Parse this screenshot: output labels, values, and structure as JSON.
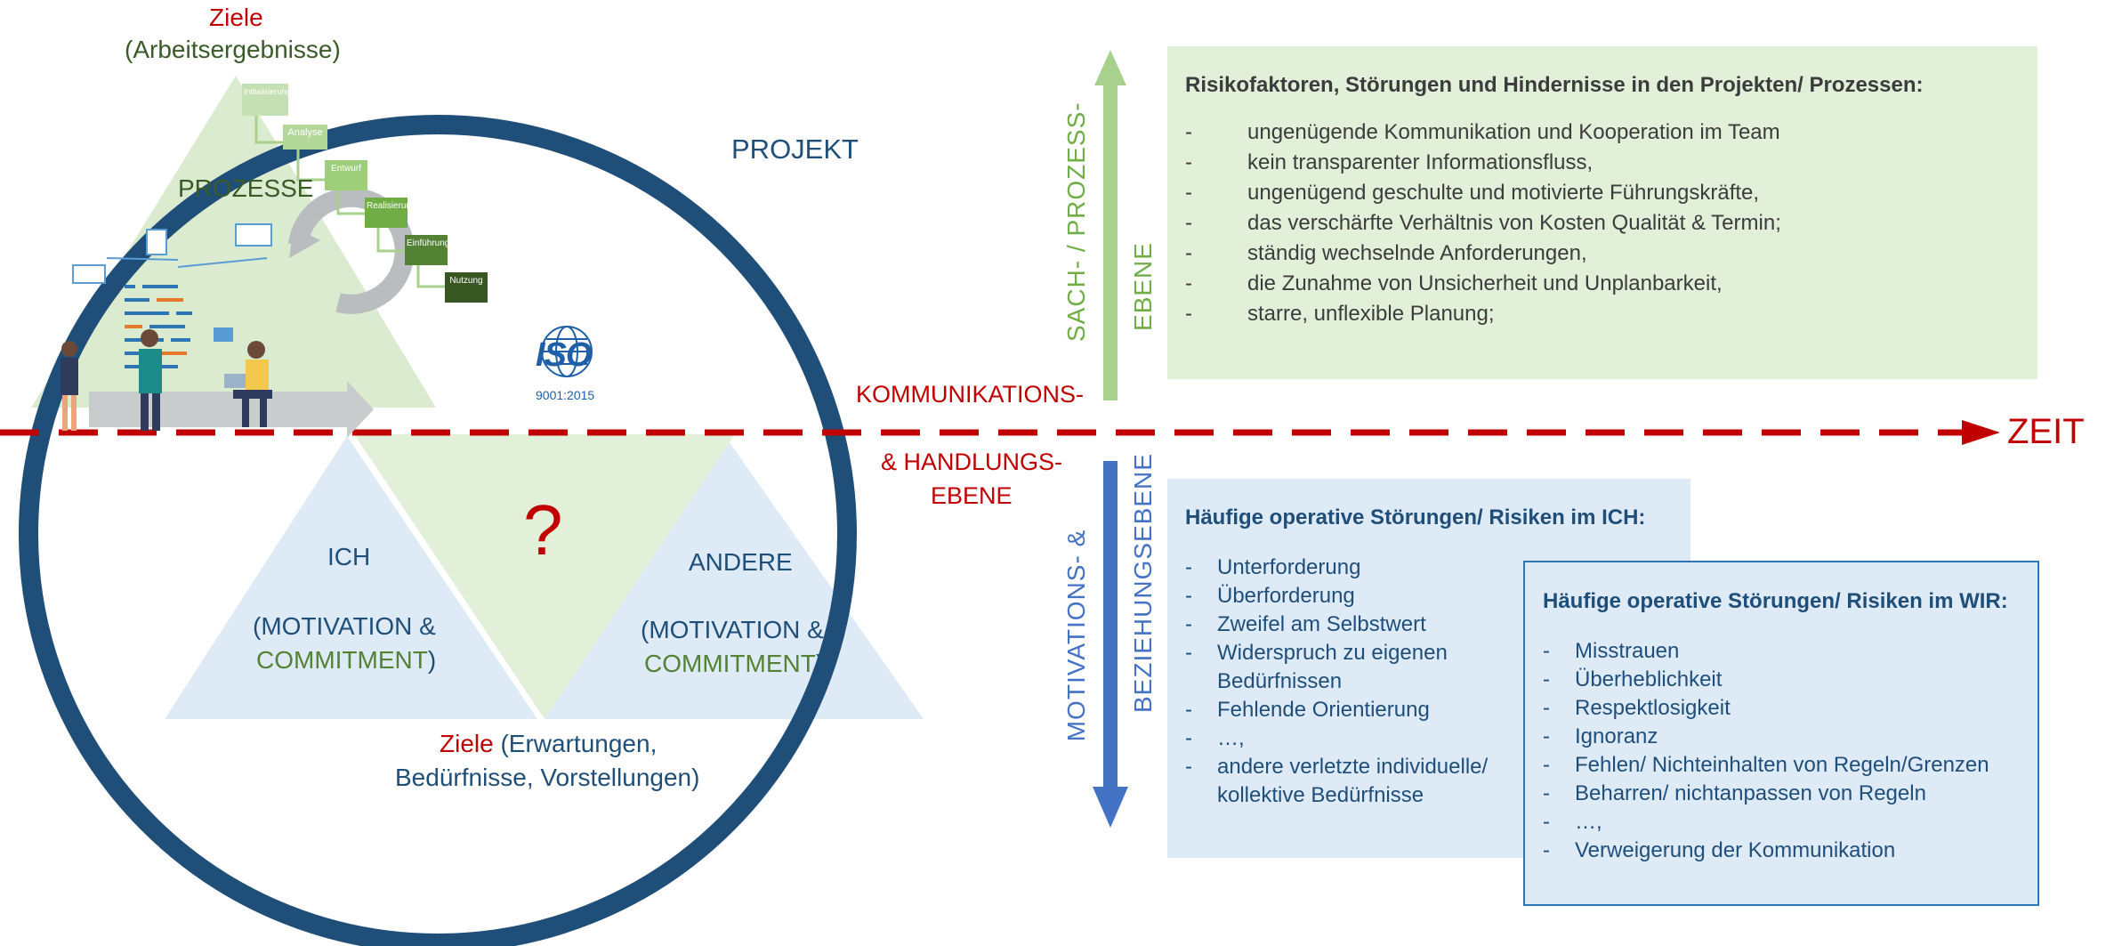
{
  "colors": {
    "ring": "#1f4e79",
    "red": "#c00000",
    "green_text": "#5a8a3a",
    "green_arrow": "#a9d18e",
    "green_box": "#e2efd9",
    "blue_box": "#deebf7",
    "blue_arrow": "#4472c4",
    "blue_text": "#1f4e79"
  },
  "top_goal": {
    "title": "Ziele",
    "subtitle": "(Arbeitsergebnisse)"
  },
  "prozesse": "PROZESSE",
  "projekt": "PROJEKT",
  "iso": {
    "logo": "ISO",
    "code": "9001:2015"
  },
  "process_steps": [
    "Initialisierung",
    "Analyse",
    "Entwurf",
    "Realisierung",
    "Einführung",
    "Nutzung"
  ],
  "ich": {
    "title": "ICH",
    "line1": "(MOTIVATION &",
    "line2": "COMMITMENT",
    "line2_end": ")"
  },
  "andere": {
    "title": "ANDERE",
    "line1": "(MOTIVATION &",
    "line2": "COMMITMENT",
    "line2_end": ")"
  },
  "question": "?",
  "bottom_goal": {
    "title": "Ziele",
    "rest": " (Erwartungen,",
    "line2": "Bedürfnisse, Vorstellungen)"
  },
  "kommunikation": {
    "line1": "KOMMUNIKATIONS-",
    "line2": "& HANDLUNGS-",
    "line3": "EBENE"
  },
  "zeit": "ZEIT",
  "sach_ebene": {
    "line1": "SACH- / PROZESS-",
    "line2": "EBENE"
  },
  "motivation_ebene": {
    "line1": "MOTIVATIONS- &",
    "line2": "BEZIEHUNGSEBENE"
  },
  "risk_box": {
    "title": "Risikofaktoren, Störungen und Hindernisse in den Projekten/ Prozessen:",
    "items": [
      "ungenügende Kommunikation und Kooperation im Team",
      "kein transparenter Informationsfluss,",
      "ungenügend geschulte und motivierte Führungskräfte,",
      "das verschärfte Verhältnis von Kosten Qualität & Termin;",
      "ständig wechselnde Anforderungen,",
      "die Zunahme von Unsicherheit und  Unplanbarkeit,",
      "starre, unflexible Planung;"
    ]
  },
  "ich_box": {
    "title": "Häufige operative Störungen/ Risiken im ICH:",
    "items": [
      "Unterforderung",
      "Überforderung",
      "Zweifel am Selbstwert",
      "Widerspruch zu eigenen",
      "Bedürfnissen",
      "Fehlende Orientierung",
      "…,",
      "andere verletzte individuelle/",
      "kollektive Bedürfnisse"
    ]
  },
  "wir_box": {
    "title": "Häufige operative Störungen/ Risiken im WIR:",
    "items": [
      "Misstrauen",
      "Überheblichkeit",
      "Respektlosigkeit",
      "Ignoranz",
      "Fehlen/ Nichteinhalten von Regeln/Grenzen",
      "Beharren/ nichtanpassen von Regeln",
      "…,",
      "Verweigerung der Kommunikation"
    ]
  }
}
